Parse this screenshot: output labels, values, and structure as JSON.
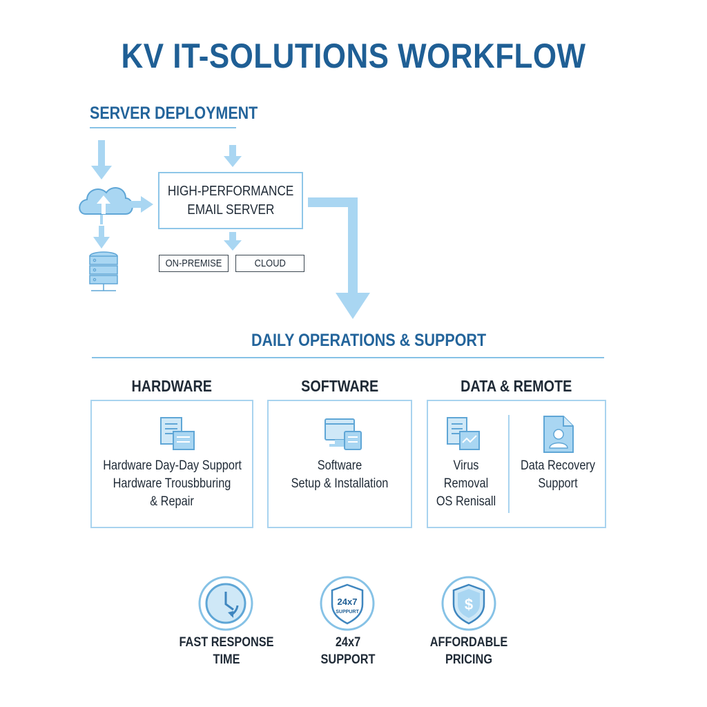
{
  "title": "KV IT-SOLUTIONS WORKFLOW",
  "server_deployment": {
    "heading": "SERVER DEPLOYMENT",
    "server_box": {
      "line1": "HIGH-PERFORMANCE",
      "line2": "EMAIL SERVER"
    },
    "options": [
      "ON-PREMISE",
      "CLOUD"
    ],
    "icons": [
      "cloud-upload-icon",
      "database-server-icon"
    ]
  },
  "daily_ops": {
    "heading": "DAILY OPERATIONS & SUPPORT",
    "columns": [
      {
        "heading": "HARDWARE",
        "icon": "hardware-document-icon",
        "lines": [
          "Hardware Day-Day Support",
          "Hardware Trousbburing",
          "& Repair"
        ]
      },
      {
        "heading": "SOFTWARE",
        "icon": "monitor-install-icon",
        "lines": [
          "Software",
          "Setup & Installation"
        ]
      },
      {
        "heading": "DATA & REMOTE",
        "panels": [
          {
            "icon": "virus-scan-document-icon",
            "lines": [
              "Virus",
              "Removal",
              "OS Renisall"
            ]
          },
          {
            "icon": "user-document-icon",
            "lines": [
              "Data Recovery",
              "Support"
            ]
          }
        ]
      }
    ]
  },
  "features": [
    {
      "icon": "clock-icon",
      "lines": [
        "FAST RESPONSE",
        "TIME"
      ]
    },
    {
      "icon": "shield-24x7-icon",
      "badge_line1": "24x7",
      "badge_line2": "SUPPURT",
      "lines": [
        "24x7",
        "SUPPORT"
      ]
    },
    {
      "icon": "shield-dollar-icon",
      "badge_symbol": "$",
      "lines": [
        "AFFORDABLE",
        "PRICING"
      ]
    }
  ],
  "colors": {
    "title": "#1f5f95",
    "accent": "#86c2e6",
    "icon_fill": "#a9d6f2",
    "icon_stroke": "#5fa6d6",
    "text": "#1f2a36"
  }
}
